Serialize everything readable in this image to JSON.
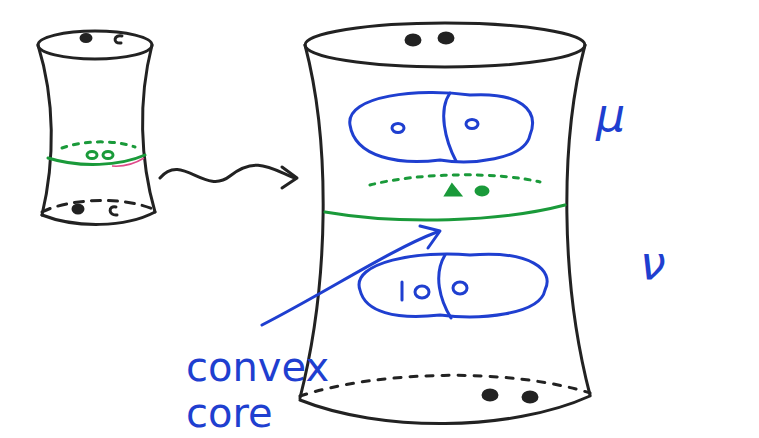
{
  "diagram": {
    "labels": [
      "convex core",
      "μ",
      "ν"
    ]
  }
}
